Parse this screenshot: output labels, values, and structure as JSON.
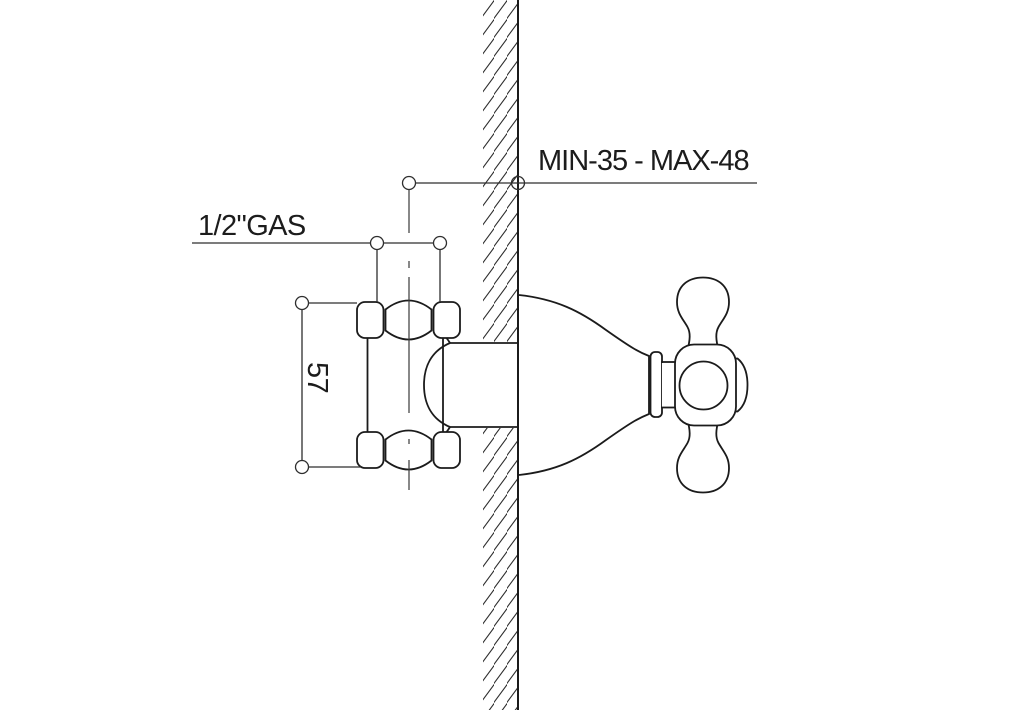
{
  "drawing": {
    "type": "technical-installation-drawing",
    "subject": "wall-mounted valve with cross handle, side section view",
    "colors": {
      "background": "#ffffff",
      "object_line": "#1b1b1b",
      "dimension_line": "#2e2e2e",
      "text": "#1c1c1c"
    },
    "annotations": {
      "wall_offset_label": "MIN-35 - MAX-48",
      "thread_label": "1/2\"GAS",
      "spacing_label": "57"
    }
  }
}
